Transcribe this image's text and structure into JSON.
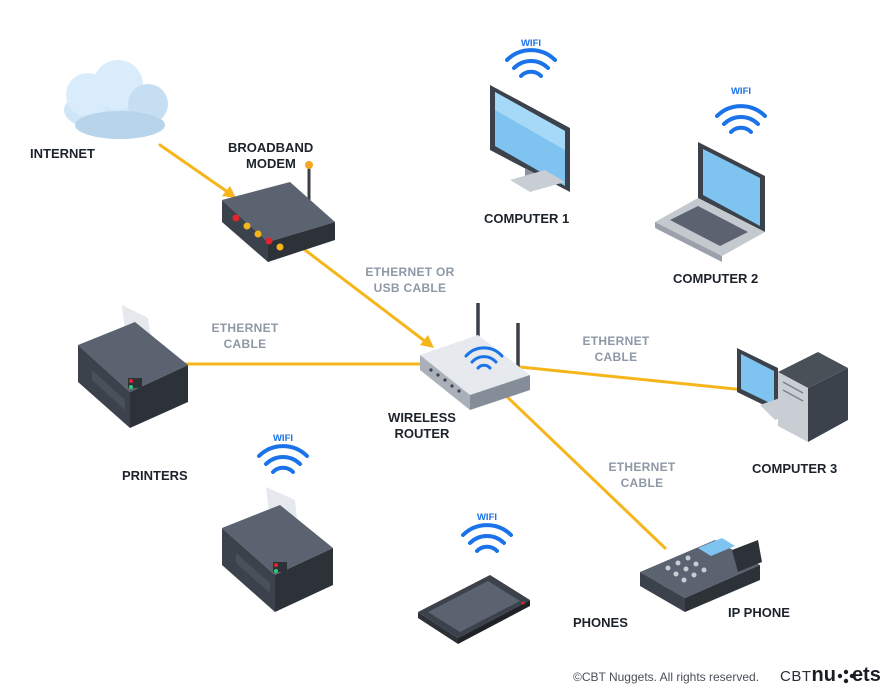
{
  "nodes": {
    "internet": "INTERNET",
    "modem": [
      "BROADBAND",
      "MODEM"
    ],
    "computer1": "COMPUTER 1",
    "computer2": "COMPUTER 2",
    "computer3": "COMPUTER 3",
    "router": [
      "WIRELESS",
      "ROUTER"
    ],
    "printers": "PRINTERS",
    "phones": "PHONES",
    "ip_phone": "IP PHONE"
  },
  "connections": {
    "modem_router": [
      "ETHERNET OR",
      "USB CABLE"
    ],
    "printer_router": [
      "ETHERNET",
      "CABLE"
    ],
    "router_computer3": [
      "ETHERNET",
      "CABLE"
    ],
    "router_ipphone": [
      "ETHERNET",
      "CABLE"
    ]
  },
  "wifi_label": "WIFI",
  "footer": {
    "copyright": "©CBT Nuggets. All rights reserved.",
    "brand_prefix": "CBT",
    "brand_suffix": "nuggets"
  },
  "colors": {
    "cable": "#f5b51b",
    "wifi": "#1a73e8",
    "label_dark": "#1d232b",
    "label_cable": "#8e98a6"
  }
}
